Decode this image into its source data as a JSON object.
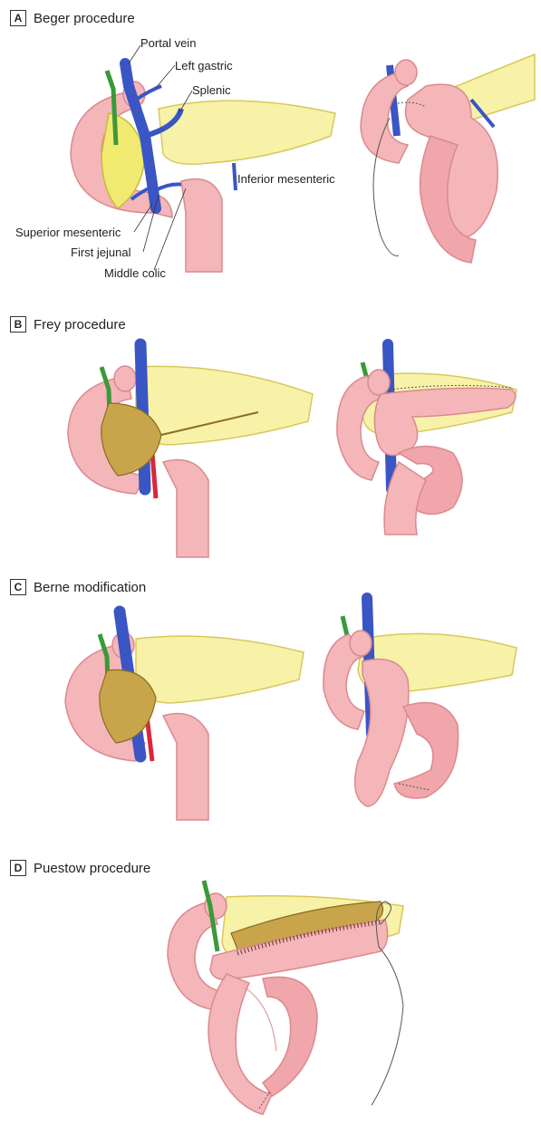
{
  "panels": [
    {
      "letter": "A",
      "title": "Beger procedure"
    },
    {
      "letter": "B",
      "title": "Frey procedure"
    },
    {
      "letter": "C",
      "title": "Berne modification"
    },
    {
      "letter": "D",
      "title": "Puestow procedure"
    }
  ],
  "labels": {
    "portal_vein": "Portal vein",
    "left_gastric": "Left gastric",
    "splenic": "Splenic",
    "inferior_mesenteric": "Inferior mesenteric",
    "superior_mesenteric": "Superior mesenteric",
    "first_jejunal": "First jejunal",
    "middle_colic": "Middle colic"
  },
  "colors": {
    "intestine": "#f4b6b8",
    "intestine_edge": "#d98a8e",
    "pancreas": "#f7f2a8",
    "pancreas_edge": "#d8c85a",
    "vein": "#3a55c4",
    "artery": "#d8283a",
    "duct": "#3a9a3a",
    "cavity": "#c8a54a",
    "suture": "#555555"
  }
}
